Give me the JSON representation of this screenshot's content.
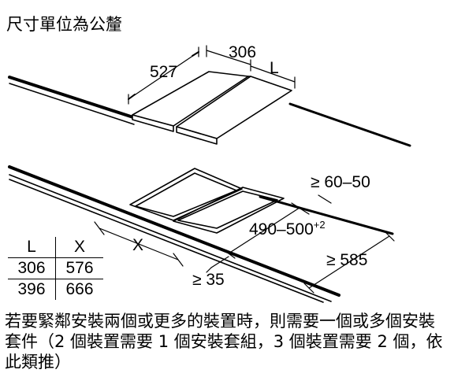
{
  "unit_note": "尺寸單位為公釐",
  "labels": {
    "depth": "527",
    "width": "306",
    "width_var": "L",
    "spacing_var": "X",
    "cutout_depth": "490–500",
    "cutout_depth_tol": "+2",
    "worktop_thickness": "≥ 60–50",
    "front_min": "≥ 35",
    "rear_min": "≥ 585"
  },
  "table": {
    "headers": [
      "L",
      "X"
    ],
    "rows": [
      [
        "306",
        "576"
      ],
      [
        "396",
        "666"
      ]
    ]
  },
  "footnote": "若要緊鄰安裝兩個或更多的裝置時，則需要一個或多個安裝套件（2 個裝置需要 1 個安裝套組，3 個裝置需要 2 個，依此類推）"
}
